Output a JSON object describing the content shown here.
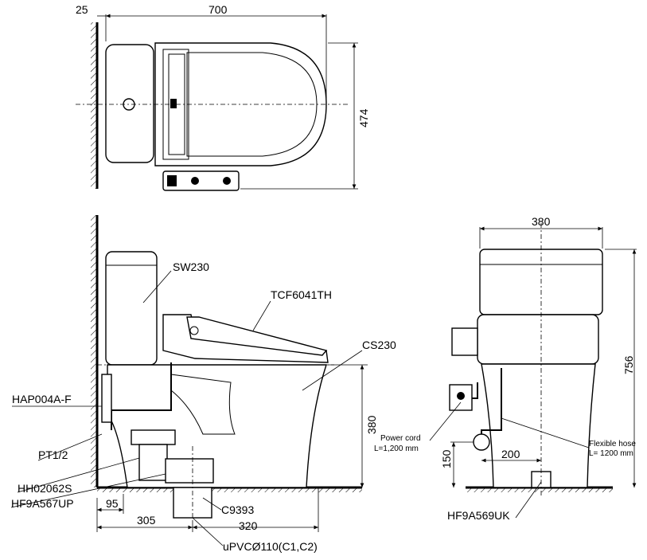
{
  "top_view": {
    "dim_wall_gap": "25",
    "dim_length": "700",
    "dim_width": "474"
  },
  "side_view": {
    "labels": {
      "tank": "SW230",
      "seat": "TCF6041TH",
      "bowl": "CS230",
      "valve": "HAP004A-F",
      "thread": "PT1/2",
      "adapter": "HH02062S",
      "flange": "HF9A567UP",
      "drain_part": "C9393",
      "drain_pipe": "uPVCØ110(C1,C2)"
    },
    "dims": {
      "height_seat": "380",
      "wall_offset": "95",
      "wall_to_drain": "305",
      "drain_to_front": "320"
    }
  },
  "front_view": {
    "dims": {
      "width": "380",
      "height": "756",
      "cord_height": "150",
      "hose_offset": "200"
    },
    "labels": {
      "power_cord": "Power cord",
      "power_cord_len": "L=1,200 mm",
      "hose": "Flexible hose",
      "hose_len": "L= 1200 mm",
      "flange": "HF9A569UK"
    }
  }
}
